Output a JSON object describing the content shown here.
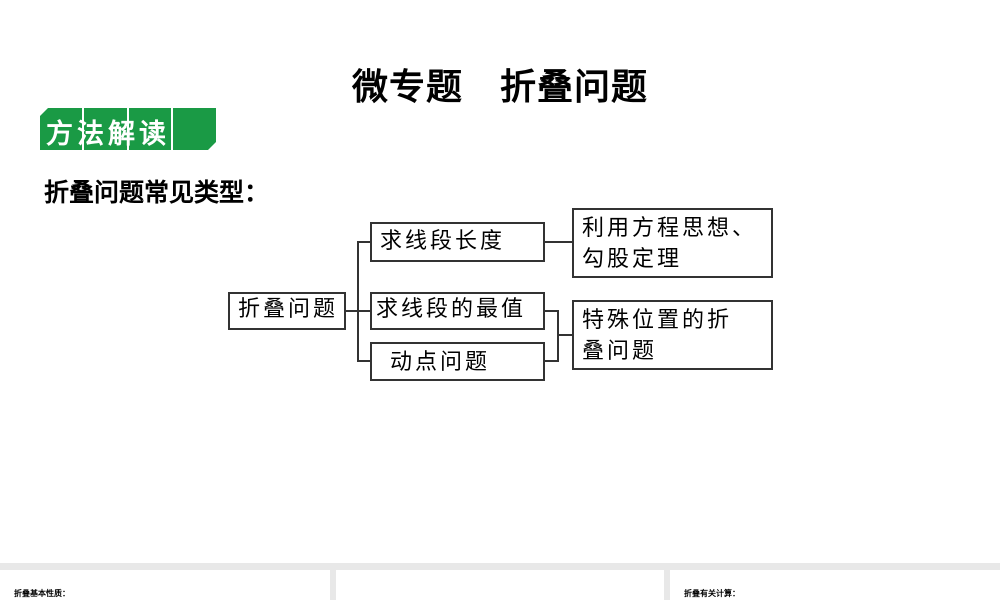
{
  "title": "微专题　折叠问题",
  "badge": "方法解读",
  "subtitle": "折叠问题常见类型：",
  "diagram": {
    "root": "折叠问题",
    "branches": [
      "求线段长度",
      "求线段的最值",
      "动点问题"
    ],
    "methods": [
      "利用方程思想、勾股定理",
      "特殊位置的折叠问题"
    ]
  },
  "bottom_panels": [
    "折叠基本性质：",
    "",
    "折叠有关计算："
  ],
  "colors": {
    "badge": "#1a9a45"
  }
}
